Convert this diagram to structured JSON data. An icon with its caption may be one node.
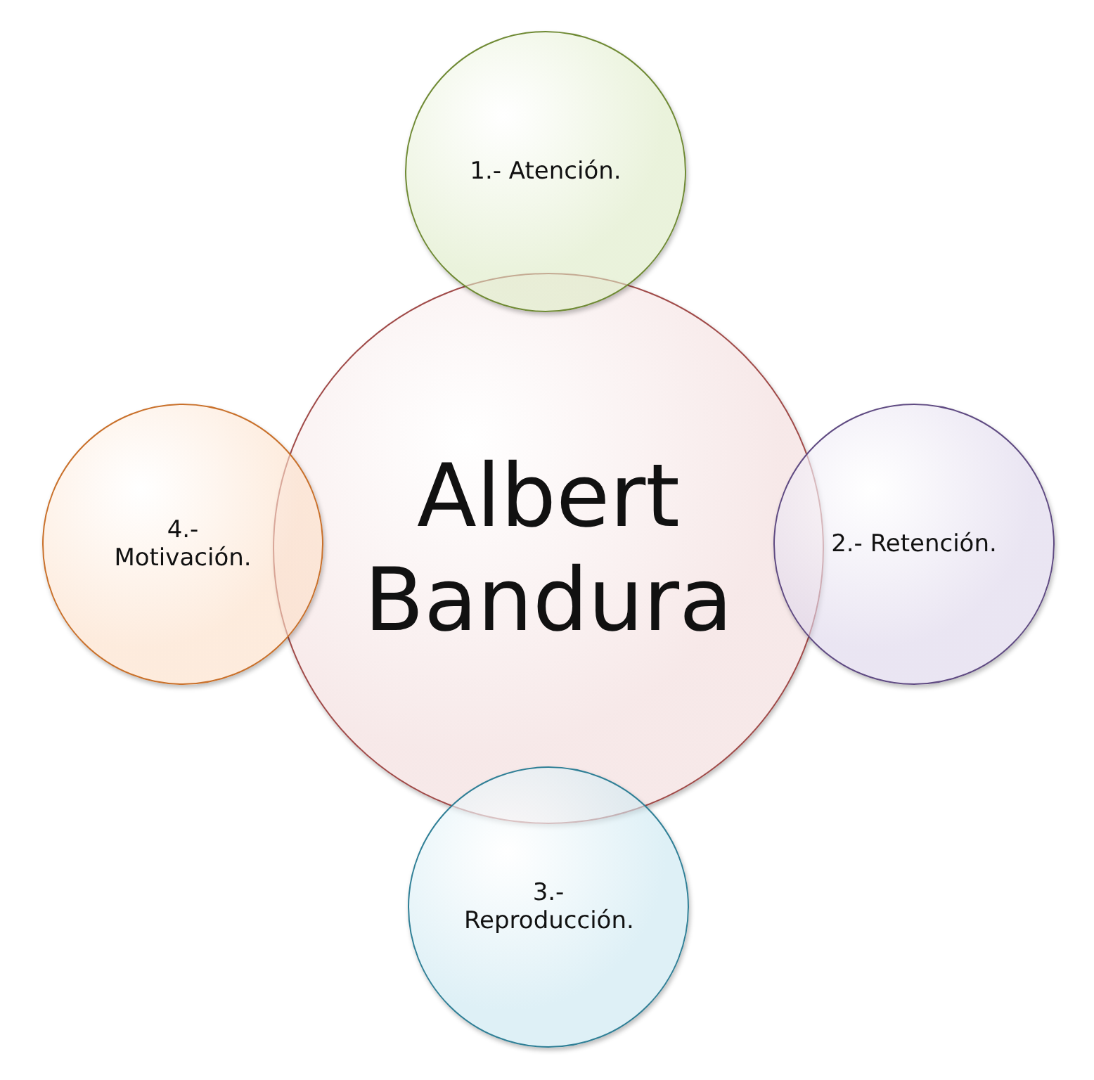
{
  "diagram": {
    "nodes": [
      {
        "text": [
          "Albert Bandura"
        ]
      },
      {
        "text": [
          "1.- Atención."
        ]
      },
      {
        "text": [
          "2.- Retención."
        ]
      },
      {
        "text": [
          "3.- Reproducción."
        ]
      },
      {
        "text": [
          "4.- Motivación."
        ]
      }
    ]
  }
}
